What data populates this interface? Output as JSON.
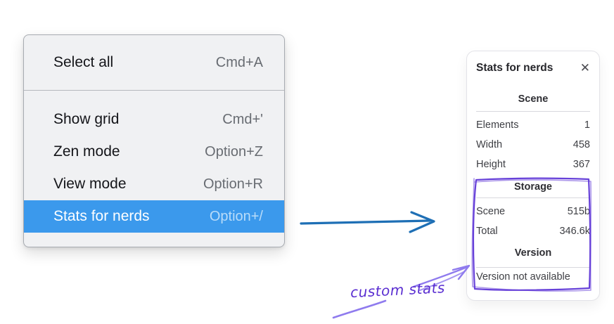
{
  "colors": {
    "menu_highlight_blue": "#3b99ec",
    "connector_arrow_blue": "#1e6fb5",
    "annotation_purple": "#6741d9",
    "annotation_purple_light": "#8f7bee",
    "annotation_text_purple": "#5a2ed1"
  },
  "context_menu": {
    "items": [
      {
        "label": "Select all",
        "shortcut": "Cmd+A"
      },
      {
        "label": "Show grid",
        "shortcut": "Cmd+'"
      },
      {
        "label": "Zen mode",
        "shortcut": "Option+Z"
      },
      {
        "label": "View mode",
        "shortcut": "Option+R"
      },
      {
        "label": "Stats for nerds",
        "shortcut": "Option+/",
        "highlighted": true
      }
    ]
  },
  "stats_panel": {
    "title": "Stats for nerds",
    "close_icon_glyph": "✕",
    "sections": [
      {
        "heading": "Scene",
        "rows": [
          {
            "label": "Elements",
            "value": "1"
          },
          {
            "label": "Width",
            "value": "458"
          },
          {
            "label": "Height",
            "value": "367"
          }
        ]
      },
      {
        "heading": "Storage",
        "rows": [
          {
            "label": "Scene",
            "value": "515b"
          },
          {
            "label": "Total",
            "value": "346.6k"
          }
        ]
      },
      {
        "heading": "Version",
        "note": "Version not available"
      }
    ]
  },
  "annotation": {
    "label": "custom stats"
  }
}
